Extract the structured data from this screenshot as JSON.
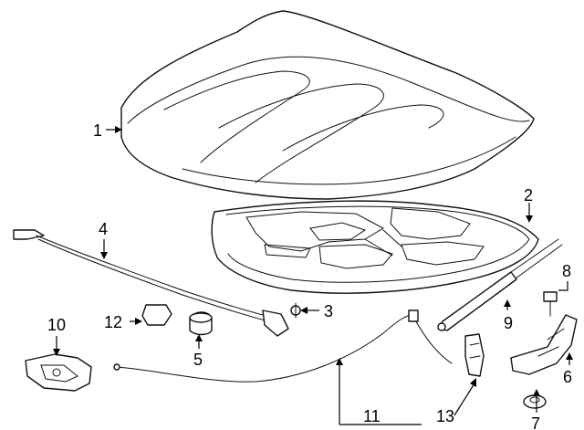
{
  "diagram": {
    "callouts": [
      {
        "id": "1",
        "label": "1"
      },
      {
        "id": "2",
        "label": "2"
      },
      {
        "id": "3",
        "label": "3"
      },
      {
        "id": "4",
        "label": "4"
      },
      {
        "id": "5",
        "label": "5"
      },
      {
        "id": "6",
        "label": "6"
      },
      {
        "id": "7",
        "label": "7"
      },
      {
        "id": "8",
        "label": "8"
      },
      {
        "id": "9",
        "label": "9"
      },
      {
        "id": "10",
        "label": "10"
      },
      {
        "id": "11",
        "label": "11"
      },
      {
        "id": "12",
        "label": "12"
      },
      {
        "id": "13",
        "label": "13"
      }
    ],
    "colors": {
      "line": "#111111",
      "background": "#ffffff"
    }
  }
}
